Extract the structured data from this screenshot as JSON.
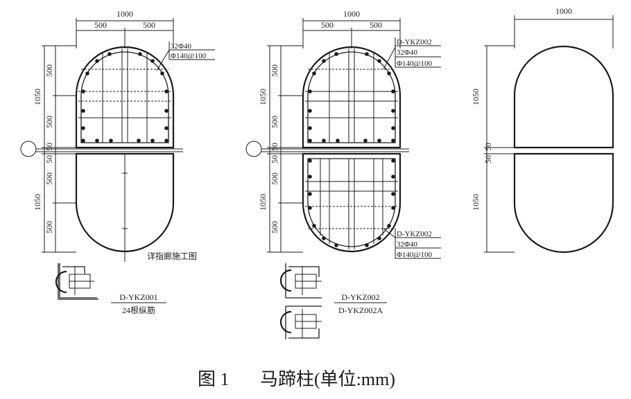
{
  "dims": {
    "total": "1000",
    "half": "500",
    "height": "1050",
    "sub": "500",
    "gap": "50"
  },
  "labels": {
    "col1_rebar_main": "32Φ40",
    "col1_rebar_stirrup": "Φ140@100",
    "col2_top_id": "D-YKZ002",
    "col2_top_main": "32Φ40",
    "col2_top_stirrup": "Φ140@100",
    "col2_bot_id": "D-YKZ002",
    "col2_bot_main": "32Φ40",
    "col2_bot_stirrup": "Φ140@100",
    "note": "详指廊施工图",
    "detail1_top": "D-YKZ001",
    "detail1_bottom": "24根纵筋",
    "detail2_top": "D-YKZ002",
    "detail2_bottom": "D-YKZ002A"
  },
  "caption": {
    "number": "图 1",
    "text": "马蹄柱(单位:mm)"
  }
}
